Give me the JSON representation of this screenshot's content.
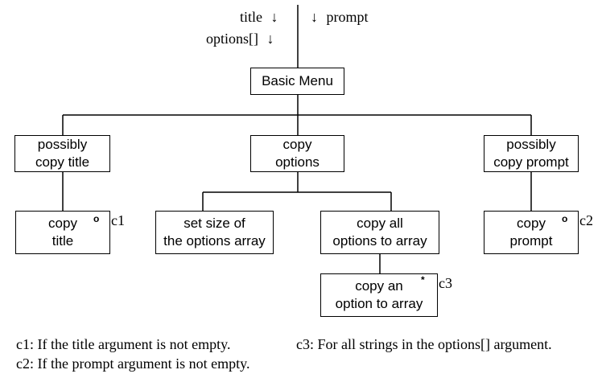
{
  "inputs": {
    "title": "title",
    "options": "options[]",
    "prompt": "prompt",
    "arrow": "↓"
  },
  "nodes": {
    "basic_menu": [
      "Basic Menu"
    ],
    "possibly_copy_title": [
      "possibly",
      "copy title"
    ],
    "copy_options": [
      "copy",
      "options"
    ],
    "possibly_copy_prompt": [
      "possibly",
      "copy prompt"
    ],
    "copy_title": [
      "copy",
      "title"
    ],
    "set_size": [
      "set size of",
      "the options array"
    ],
    "copy_all": [
      "copy all",
      "options to array"
    ],
    "copy_prompt": [
      "copy",
      "prompt"
    ],
    "copy_an": [
      "copy an",
      "option to array"
    ]
  },
  "marks": {
    "selection": "o",
    "iteration": "*"
  },
  "conditions": {
    "c1": "c1",
    "c2": "c2",
    "c3": "c3"
  },
  "notes": {
    "c1": "c1: If the title argument is not empty.",
    "c2": "c2: If the prompt argument is not empty.",
    "c3": "c3: For all strings in the options[] argument."
  }
}
